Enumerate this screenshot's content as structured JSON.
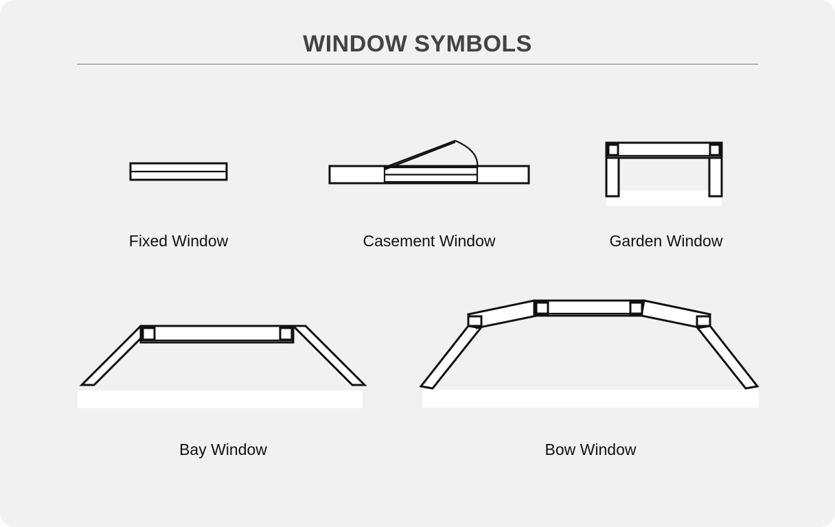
{
  "sheet": {
    "title": "WINDOW SYMBOLS",
    "background_color": "#f1f1f1",
    "page_color": "#ffffff",
    "title_color": "#434343",
    "rule_color": "#7a7a7a",
    "line_color": "#111111",
    "fill_color": "#ffffff"
  },
  "symbols": [
    {
      "id": "fixed-window",
      "label": "Fixed Window",
      "icon": "fixed-window-symbol",
      "row": 1,
      "column": 1
    },
    {
      "id": "casement-window",
      "label": "Casement Window",
      "icon": "casement-window-symbol",
      "row": 1,
      "column": 2
    },
    {
      "id": "garden-window",
      "label": "Garden Window",
      "icon": "garden-window-symbol",
      "row": 1,
      "column": 3
    },
    {
      "id": "bay-window",
      "label": "Bay Window",
      "icon": "bay-window-symbol",
      "row": 2,
      "column": 1
    },
    {
      "id": "bow-window",
      "label": "Bow Window",
      "icon": "bow-window-symbol",
      "row": 2,
      "column": 2
    }
  ]
}
